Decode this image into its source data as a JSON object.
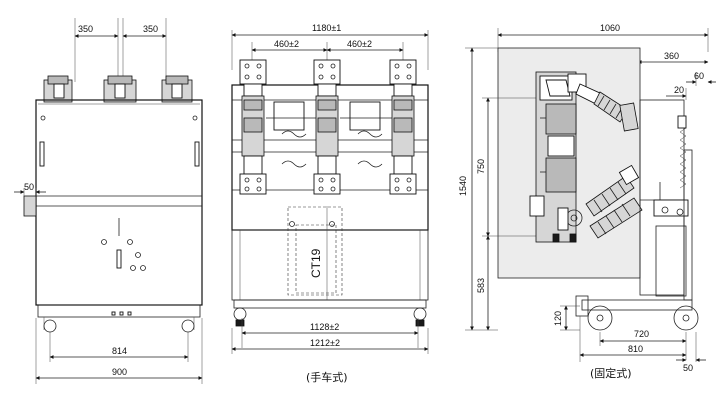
{
  "front_view": {
    "dim_phase_left": "350",
    "dim_phase_right": "350",
    "dim_side_50": "50",
    "dim_wheel_814": "814",
    "dim_width_900": "900"
  },
  "handcart_view": {
    "dim_1180": "1180±1",
    "dim_460_left": "460±2",
    "dim_460_right": "460±2",
    "dim_1128": "1128±2",
    "dim_1212": "1212±2",
    "ct_label": "CT19",
    "caption": "(手车式)"
  },
  "fixed_view": {
    "dim_1060": "1060",
    "dim_360": "360",
    "dim_60_top": "60",
    "dim_20": "20",
    "dim_1540": "1540",
    "dim_750": "750",
    "dim_583": "583",
    "dim_120": "120",
    "dim_720": "720",
    "dim_810": "810",
    "dim_50_bottom": "50",
    "caption": "(固定式)"
  }
}
